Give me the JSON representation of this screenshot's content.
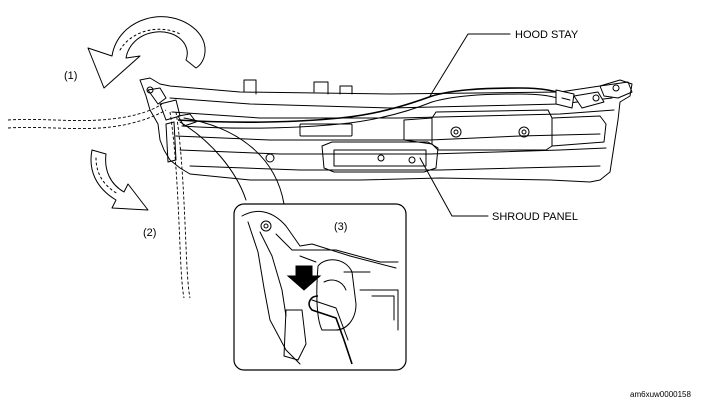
{
  "labels": {
    "step1": "(1)",
    "step2": "(2)",
    "step3": "(3)",
    "hood_stay": "HOOD STAY",
    "shroud_panel": "SHROUD PANEL",
    "figure_id": "am6xuw0000158"
  },
  "icons": {
    "arrow1": "curved-arrow-counterclockwise-icon",
    "arrow2": "curved-arrow-down-icon",
    "push_arrow": "down-arrow-icon"
  },
  "colors": {
    "ink": "#000000",
    "background": "#ffffff"
  }
}
